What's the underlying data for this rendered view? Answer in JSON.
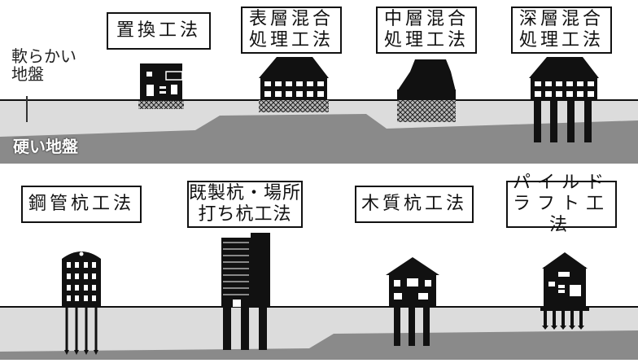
{
  "soft_ground_label": "軟らかい\n地盤",
  "hard_ground_label": "硬い地盤",
  "top_row": [
    {
      "label": "置換工法"
    },
    {
      "label": "表層混合\n処理工法"
    },
    {
      "label": "中層混合\n処理工法"
    },
    {
      "label": "深層混合\n処理工法"
    }
  ],
  "bottom_row": [
    {
      "label": "鋼管杭工法"
    },
    {
      "label": "既製杭・場所\n打ち杭工法"
    },
    {
      "label": "木質杭工法"
    },
    {
      "label": "パイルド\nラフト工法"
    }
  ],
  "colors": {
    "soft_ground": "#dcdcdc",
    "hard_ground": "#8a8a8a",
    "ink": "#111111"
  }
}
